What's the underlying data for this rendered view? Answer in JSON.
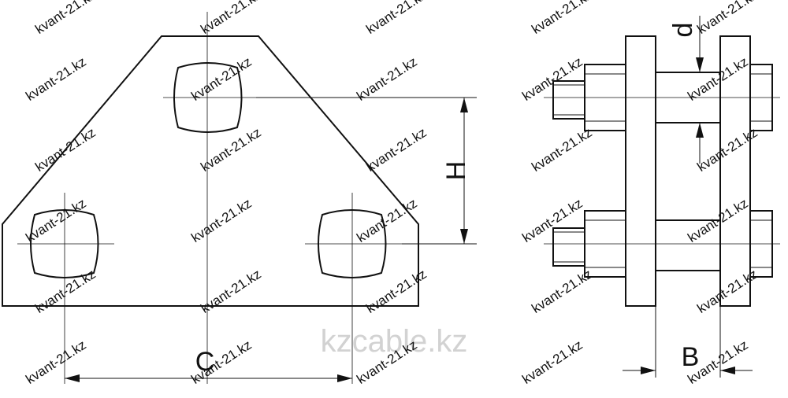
{
  "dimensions": {
    "spacing_label": "C",
    "height_label": "H",
    "thickness_label": "B",
    "diameter_label": "d"
  },
  "watermark": {
    "small_text": "kvant-21.kz",
    "large_text": "kzcable.kz"
  }
}
